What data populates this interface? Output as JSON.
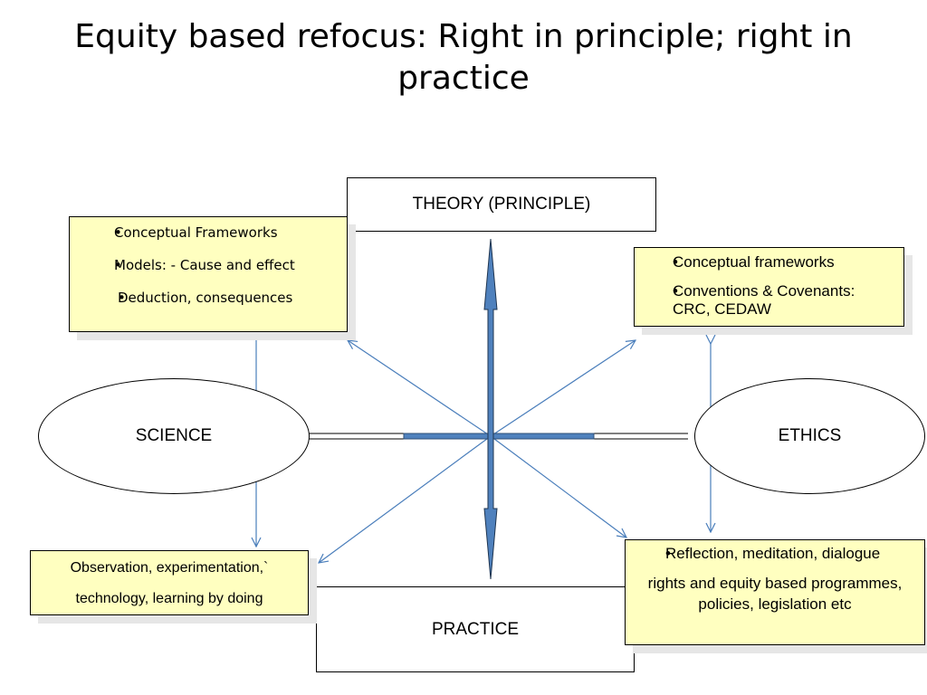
{
  "slide": {
    "title": "Equity based refocus: Right in principle; right in practice",
    "theory_label": "THEORY (PRINCIPLE)",
    "practice_label": "PRACTICE",
    "science_label": "SCIENCE",
    "ethics_label": "ETHICS",
    "science_theory_box": {
      "items": [
        "Conceptual Frameworks",
        "Models: - Cause and effect",
        "Deduction, consequences"
      ]
    },
    "ethics_theory_box": {
      "items": [
        "Conceptual frameworks",
        "Conventions & Covenants: CRC, CEDAW"
      ]
    },
    "science_practice_box": {
      "lines": [
        "Observation, experimentation,`",
        "technology, learning by doing"
      ]
    },
    "ethics_practice_box": {
      "bullet": "Reflection, meditation, dialogue",
      "text": "rights and equity based programmes, policies, legislation etc"
    },
    "colors": {
      "note_fill": "#ffffc0",
      "axis_fill": "#4f81bd",
      "connector": "#4a7ebb"
    }
  }
}
